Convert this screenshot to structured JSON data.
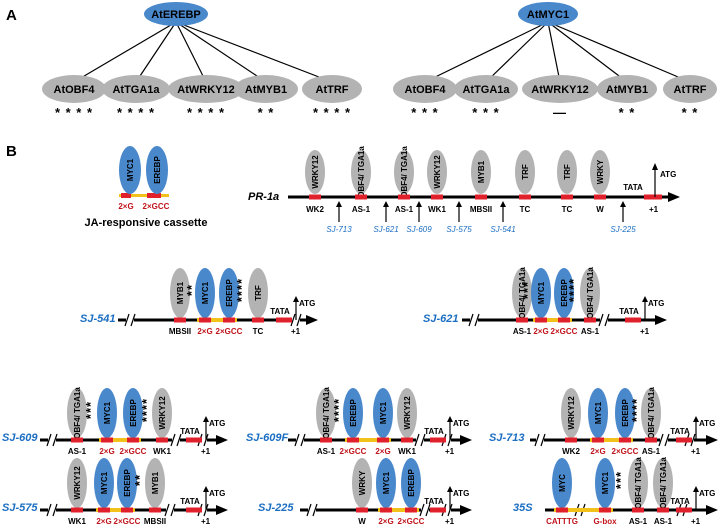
{
  "panel_a": {
    "letter": "A",
    "left": {
      "hub": "AtEREBP",
      "nodes": [
        {
          "label": "AtOBF4",
          "stars": "* * * *"
        },
        {
          "label": "AtTGA1a",
          "stars": "* * * *"
        },
        {
          "label": "AtWRKY12",
          "stars": "* * * *"
        },
        {
          "label": "AtMYB1",
          "stars": "* *"
        },
        {
          "label": "AtTRF",
          "stars": "* * * *"
        }
      ]
    },
    "right": {
      "hub": "AtMYC1",
      "nodes": [
        {
          "label": "AtOBF4",
          "stars": "* * *"
        },
        {
          "label": "AtTGA1a",
          "stars": "* * *"
        },
        {
          "label": "AtWRKY12",
          "stars": "—"
        },
        {
          "label": "AtMYB1",
          "stars": "* *"
        },
        {
          "label": "AtTRF",
          "stars": "* *"
        }
      ]
    }
  },
  "panel_b": {
    "letter": "B",
    "cassette": {
      "ovals": [
        "MYC1",
        "EREBP"
      ],
      "sites": [
        "2×G",
        "2×GCC"
      ],
      "caption": "JA-responsive cassette"
    },
    "pr1a": {
      "name": "PR-1a",
      "ovals": [
        "WRKY12",
        "OBF4/ TGA1a",
        "OBF4/ TGA1a",
        "WRKY12",
        "MYB1",
        "TRF",
        "TRF",
        "WRKY"
      ],
      "sites": [
        "WK2",
        "AS-1",
        "AS-1",
        "WK1",
        "MBSII",
        "TC",
        "TC",
        "W"
      ],
      "deletion_points": [
        "SJ-713",
        "SJ-621",
        "SJ-609",
        "SJ-575",
        "SJ-541",
        "SJ-225"
      ],
      "tata": "TATA",
      "atg": "ATG",
      "plus1": "+1"
    },
    "constructs": [
      {
        "name": "SJ-541",
        "ovals": [
          "MYB1",
          "MYC1",
          "EREBP",
          "TRF"
        ],
        "stars": [
          "**",
          "****"
        ],
        "sites": [
          "MBSII",
          "2×G",
          "2×GCC",
          "TC"
        ]
      },
      {
        "name": "SJ-621",
        "ovals": [
          "OBF4/ TGA1a",
          "MYC1",
          "EREBP",
          "OBF4/ TGA1a"
        ],
        "stars": [
          "***",
          "****"
        ],
        "sites": [
          "AS-1",
          "2×G",
          "2×GCC",
          "AS-1"
        ]
      },
      {
        "name": "SJ-609",
        "ovals": [
          "OBF4/ TGA1a",
          "MYC1",
          "EREBP",
          "WRKY12"
        ],
        "stars": [
          "***",
          "****"
        ],
        "sites": [
          "AS-1",
          "2×G",
          "2×GCC",
          "WK1"
        ]
      },
      {
        "name": "SJ-609F",
        "ovals": [
          "OBF4/ TGA1a",
          "EREBP",
          "MYC1",
          "WRKY12"
        ],
        "stars": [
          "****"
        ],
        "sites": [
          "AS-1",
          "2×GCC",
          "2×G",
          "WK1"
        ]
      },
      {
        "name": "SJ-713",
        "ovals": [
          "WRKY12",
          "MYC1",
          "EREBP",
          "OBF4/ TGA1a"
        ],
        "stars": [
          "****"
        ],
        "sites": [
          "WK2",
          "2×G",
          "2×GCC",
          "AS-1"
        ]
      },
      {
        "name": "SJ-575",
        "ovals": [
          "WRKY12",
          "MYC1",
          "EREBP",
          "MYB1"
        ],
        "stars": [
          "**"
        ],
        "sites": [
          "WK1",
          "2×G",
          "2×GCC",
          "MBSII"
        ]
      },
      {
        "name": "SJ-225",
        "ovals": [
          "WRKY",
          "MYC1",
          "EREBP"
        ],
        "stars": [],
        "sites": [
          "W",
          "2×G",
          "2×GCC"
        ]
      },
      {
        "name": "35S",
        "ovals": [
          "MYC",
          "MYC1",
          "OBF4/ TGA1a",
          "OBF4/ TGA1a"
        ],
        "stars": [
          "***"
        ],
        "sites": [
          "CATTTG",
          "G-box",
          "AS-1",
          "AS-1"
        ]
      }
    ],
    "tata": "TATA",
    "atg": "ATG",
    "plus1": "+1"
  },
  "colors": {
    "blue_factor": "#4a88cc",
    "gray_factor": "#b3b3b3",
    "construct_name": "#1b6ec2",
    "red_site": "#e0202a",
    "yellow_spacer": "#f2c21b"
  }
}
